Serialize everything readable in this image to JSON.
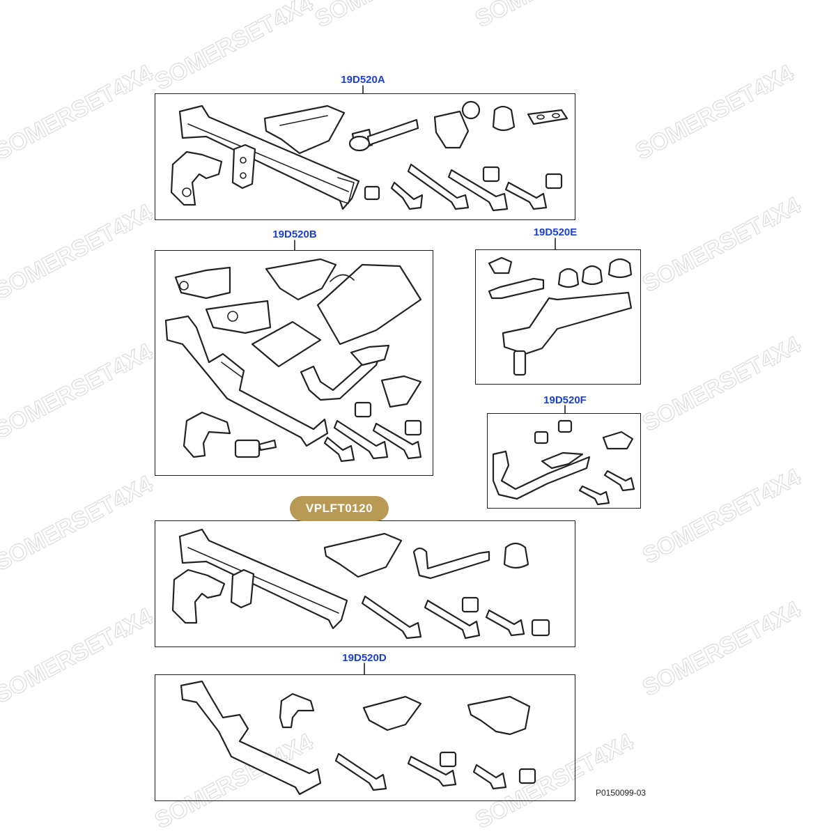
{
  "watermark": "SOMERSET4X4",
  "groups": [
    {
      "id": "a",
      "label": "19D520A"
    },
    {
      "id": "b",
      "label": "19D520B"
    },
    {
      "id": "e",
      "label": "19D520E"
    },
    {
      "id": "f",
      "label": "19D520F"
    },
    {
      "id": "vplft",
      "label": "VPLFT0120"
    },
    {
      "id": "d",
      "label": "19D520D"
    }
  ],
  "figure_ref": "P0150099-03",
  "colors": {
    "label": "#1a3fd6",
    "highlight": "#b89a55",
    "line": "#222222"
  }
}
